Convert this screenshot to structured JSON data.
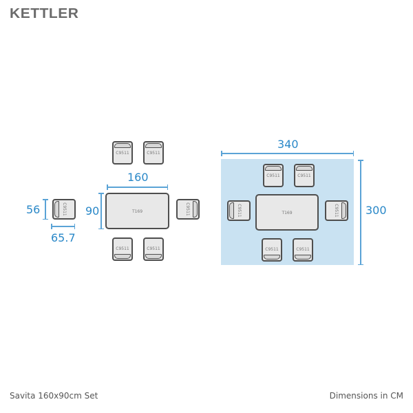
{
  "brand": {
    "logo": "KETTLER"
  },
  "set": {
    "chair_code": "C9511",
    "table_code": "T169",
    "table_width": "160",
    "table_depth": "90",
    "chair_depth": "56",
    "chair_width": "65.7"
  },
  "footprint": {
    "width": "340",
    "depth": "300",
    "area_color": "#c9e2f2"
  },
  "footer": {
    "product_name": "Savita 160x90cm Set",
    "units_note": "Dimensions in CM"
  },
  "colors": {
    "dimension": "#2a88c8"
  }
}
